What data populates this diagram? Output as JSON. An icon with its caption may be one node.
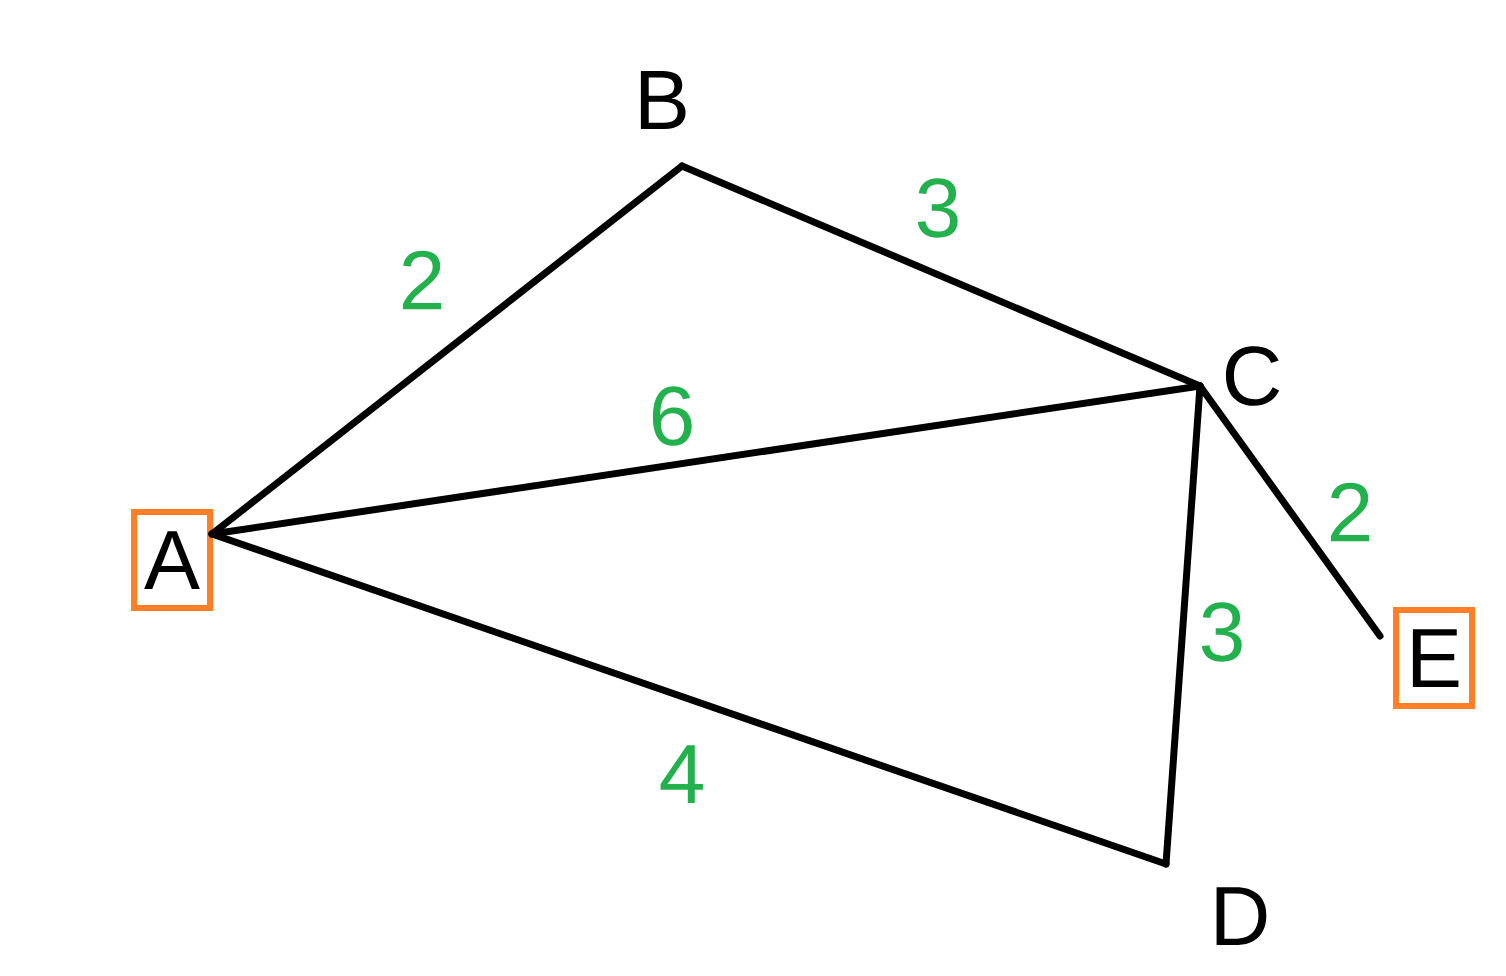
{
  "diagram": {
    "nodes": [
      {
        "text": [
          "A"
        ]
      },
      {
        "text": [
          "B"
        ]
      },
      {
        "text": [
          "C"
        ]
      },
      {
        "text": [
          "D"
        ]
      },
      {
        "text": [
          "E"
        ]
      }
    ],
    "edges": [
      {
        "from": 0,
        "to": 1,
        "arrow": "none",
        "label": "2"
      },
      {
        "from": 1,
        "to": 2,
        "arrow": "none",
        "label": "3"
      },
      {
        "from": 0,
        "to": 2,
        "arrow": "none",
        "label": "6"
      },
      {
        "from": 2,
        "to": 4,
        "arrow": "none",
        "label": "2"
      },
      {
        "from": 2,
        "to": 3,
        "arrow": "none",
        "label": "3"
      },
      {
        "from": 0,
        "to": 3,
        "arrow": "none",
        "label": "4"
      }
    ]
  }
}
